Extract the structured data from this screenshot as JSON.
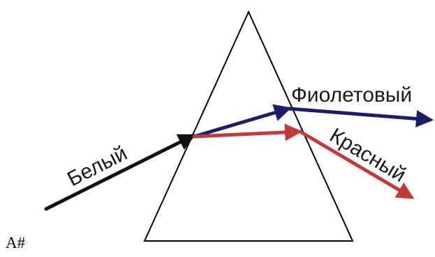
{
  "labels": {
    "white_ray": "Белый",
    "violet_ray": "Фиолетовый",
    "red_ray": "Красный"
  },
  "corner_note": "A#",
  "colors": {
    "prism_outline": "#000000",
    "white_ray": "#111111",
    "violet_ray": "#1c1c6b",
    "red_ray": "#c0393b",
    "label_text": "#1a1a1a"
  }
}
